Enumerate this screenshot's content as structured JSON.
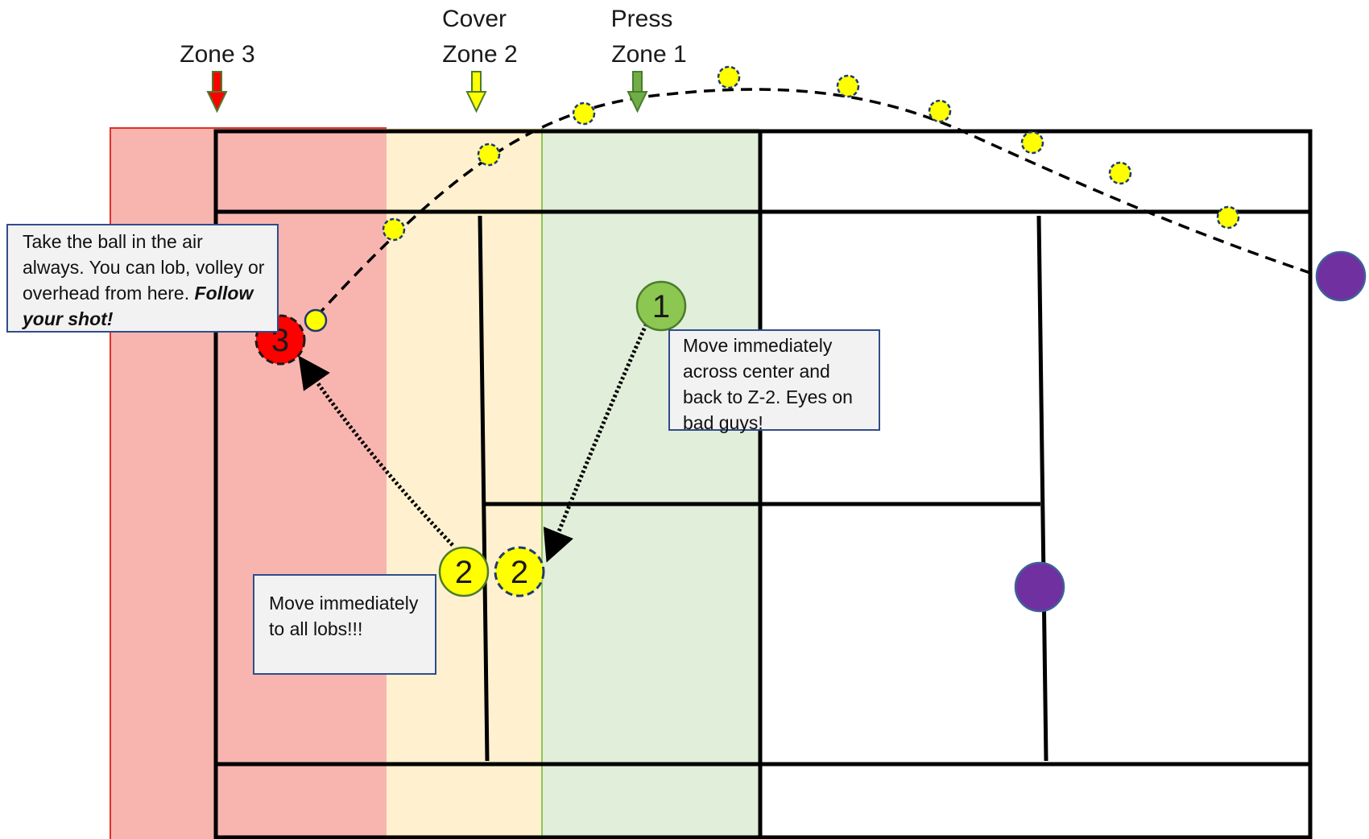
{
  "zones": {
    "zone3_label": "Zone 3",
    "zone2_label": [
      "Cover",
      "Zone 2"
    ],
    "zone1_label": [
      "Press",
      "Zone 1"
    ]
  },
  "players": {
    "player1_number": "1",
    "player2_number": "2",
    "player2_target_number": "2",
    "player3_number": "3"
  },
  "notes": {
    "zone3_note": "Take the ball in the air always.  You can lob, volley or overhead from here.  ",
    "zone3_note_emphasis": "Follow your shot!",
    "zone1_note": "Move immediately across center and back to Z-2.  Eyes on bad guys!",
    "zone2_note": "Move immediately to all lobs!!!"
  },
  "colors": {
    "zone3": "#f8b5b0",
    "zone2": "#fff1cf",
    "zone1": "#e1eed9",
    "ball": "#ffff00",
    "player1": "#8cc751",
    "player2": "#ffff00",
    "player3": "#ff0000",
    "opponent": "#7030a0"
  }
}
